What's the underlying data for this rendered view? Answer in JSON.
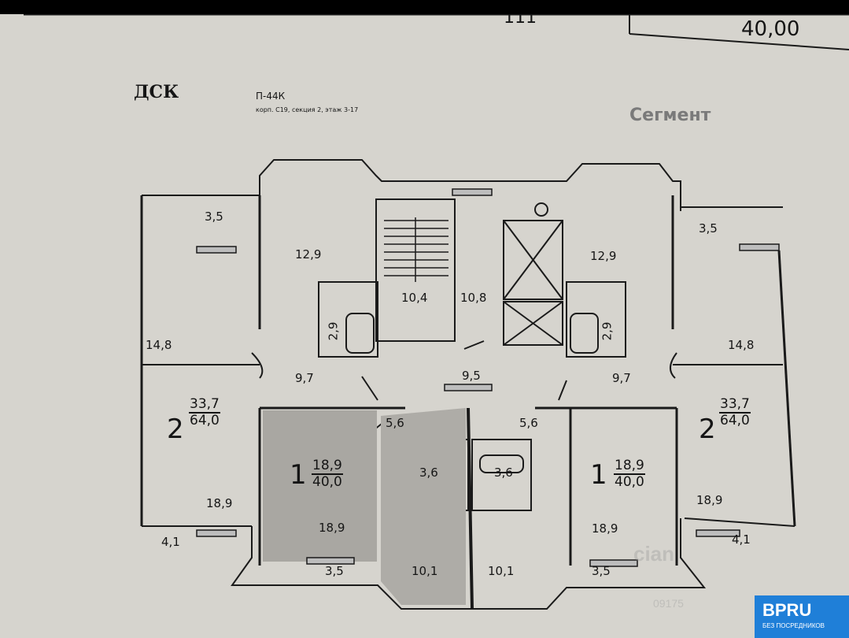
{
  "header": {
    "partial_text": "111",
    "value": "40,00"
  },
  "title_block": {
    "logo_text": "ДСК",
    "series": "П-44К",
    "subtitle": "корп. С19, секция 2, этаж 3-17",
    "right_stamp": "Сегмент"
  },
  "plan": {
    "left": {
      "balcony_top": "3,5",
      "room_top": "12,9",
      "bath": "2,9",
      "room_big": "14,8",
      "corridor": "9,7",
      "rooms_count": "2",
      "living": "33,7",
      "total": "64,0",
      "room_bottom": "18,9",
      "loggia": "4,1"
    },
    "center_left": {
      "corridor": "5,6",
      "rooms_count": "1",
      "living": "18,9",
      "total": "40,0",
      "room": "18,9",
      "balcony": "3,5",
      "bath": "3,6",
      "kitchen": "10,1"
    },
    "core": {
      "stairs": "10,4",
      "lift_hall": "10,8",
      "hall": "9,5"
    },
    "center_right": {
      "corridor": "5,6",
      "rooms_count": "1",
      "living": "18,9",
      "total": "40,0",
      "room": "18,9",
      "balcony": "3,5",
      "bath": "3,6",
      "kitchen": "10,1"
    },
    "right": {
      "balcony_top": "3,5",
      "room_top": "12,9",
      "bath": "2,9",
      "room_big": "14,8",
      "corridor": "9,7",
      "rooms_count": "2",
      "living": "33,7",
      "total": "64,0",
      "room_bottom": "18,9",
      "loggia": "4,1"
    }
  },
  "watermark": {
    "text": "cian",
    "id_text": "09175"
  },
  "badge": {
    "logo": "BPRU",
    "sub": "БЕЗ ПОСРЕДНИКОВ"
  }
}
